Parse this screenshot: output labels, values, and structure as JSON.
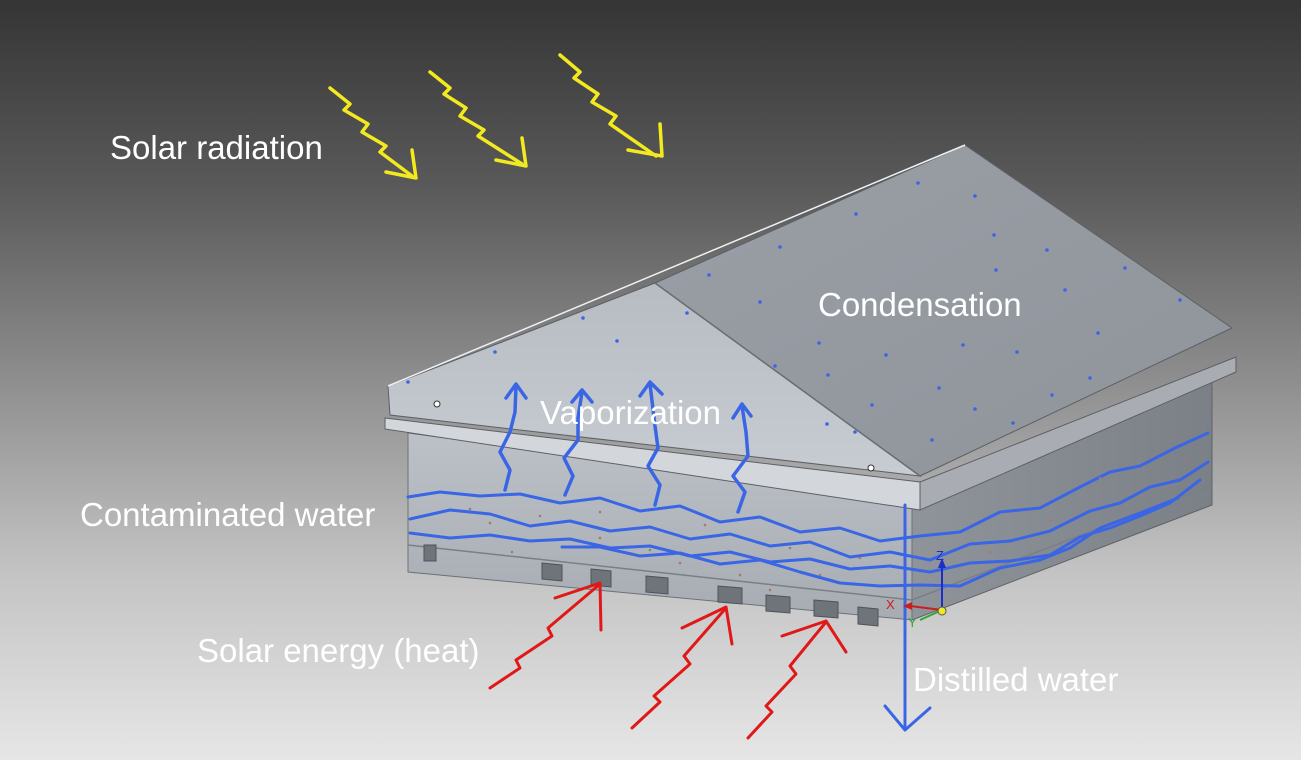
{
  "labels": {
    "solar_radiation": "Solar radiation",
    "condensation": "Condensation",
    "vaporization": "Vaporization",
    "contaminated_water": "Contaminated water",
    "solar_energy": "Solar energy (heat)",
    "distilled_water": "Distilled water"
  },
  "axes": {
    "x": "X",
    "y": "Y",
    "z": "Z"
  },
  "colors": {
    "background_top": "#353535",
    "background_bottom": "#e6e6e6",
    "solar_radiation_arrows": "#f2ea1f",
    "heat_arrows": "#e01818",
    "water_lines": "#3a66e6",
    "condensation_droplets": "#3a66e6",
    "label_text": "#ffffff",
    "axis_x": "#cc1c1c",
    "axis_y": "#2fa82f",
    "axis_z": "#1c2ec8"
  }
}
